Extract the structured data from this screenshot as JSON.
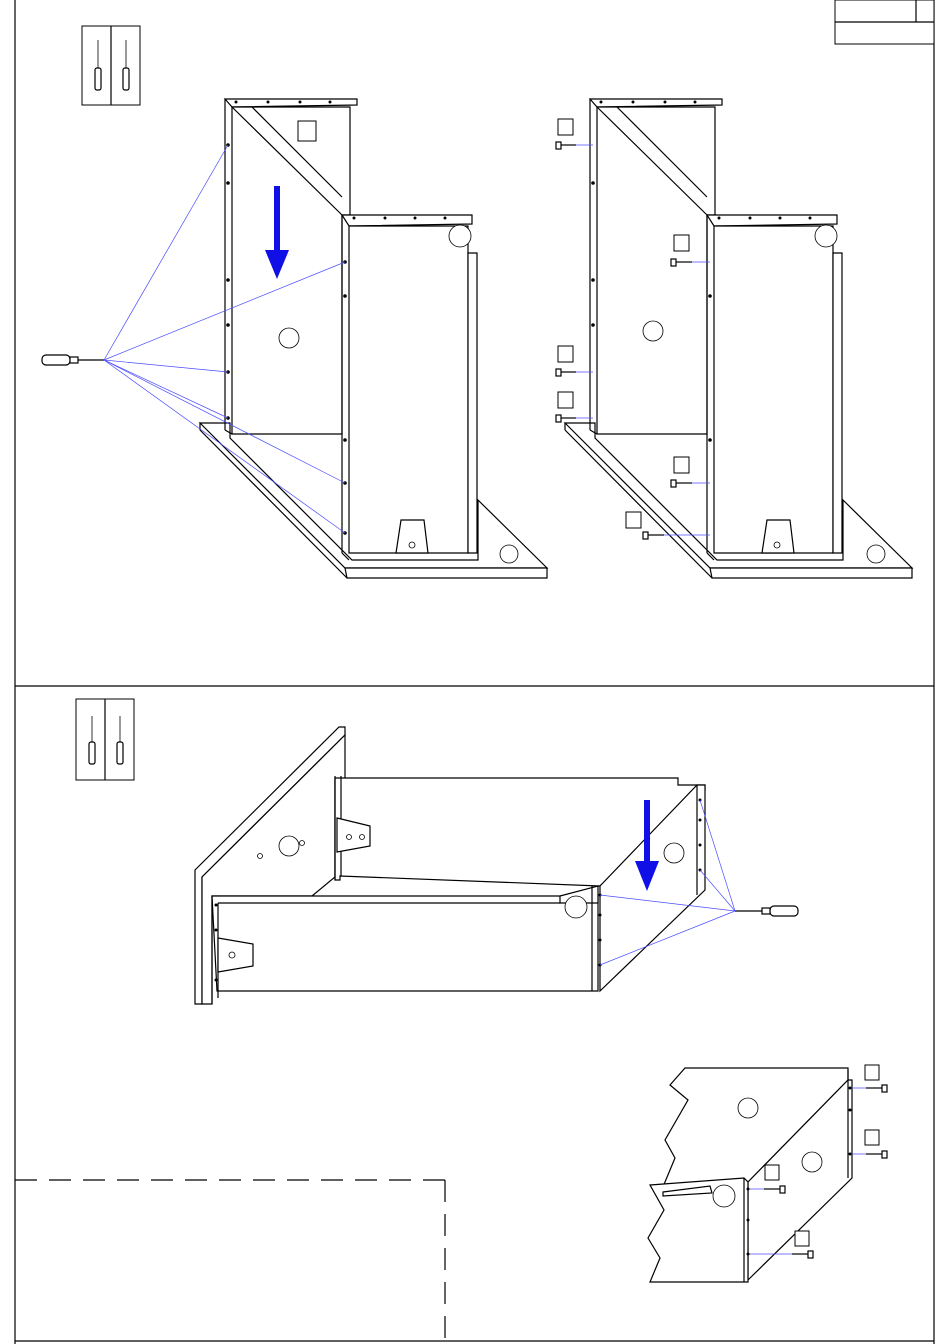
{
  "page": {
    "title": "",
    "page_number": "",
    "step_labels": []
  },
  "step1": {
    "tool_icon": "screwdriver-pair-icon",
    "part_label_boxes": 1,
    "screw_callouts": 6
  },
  "step2": {
    "tool_icon": "screwdriver-pair-icon"
  },
  "detail": {
    "screw_callouts": 4
  },
  "colors": {
    "line": "#000000",
    "arrow": "#1010e6",
    "guide": "#4d4dff",
    "background": "#ffffff"
  }
}
